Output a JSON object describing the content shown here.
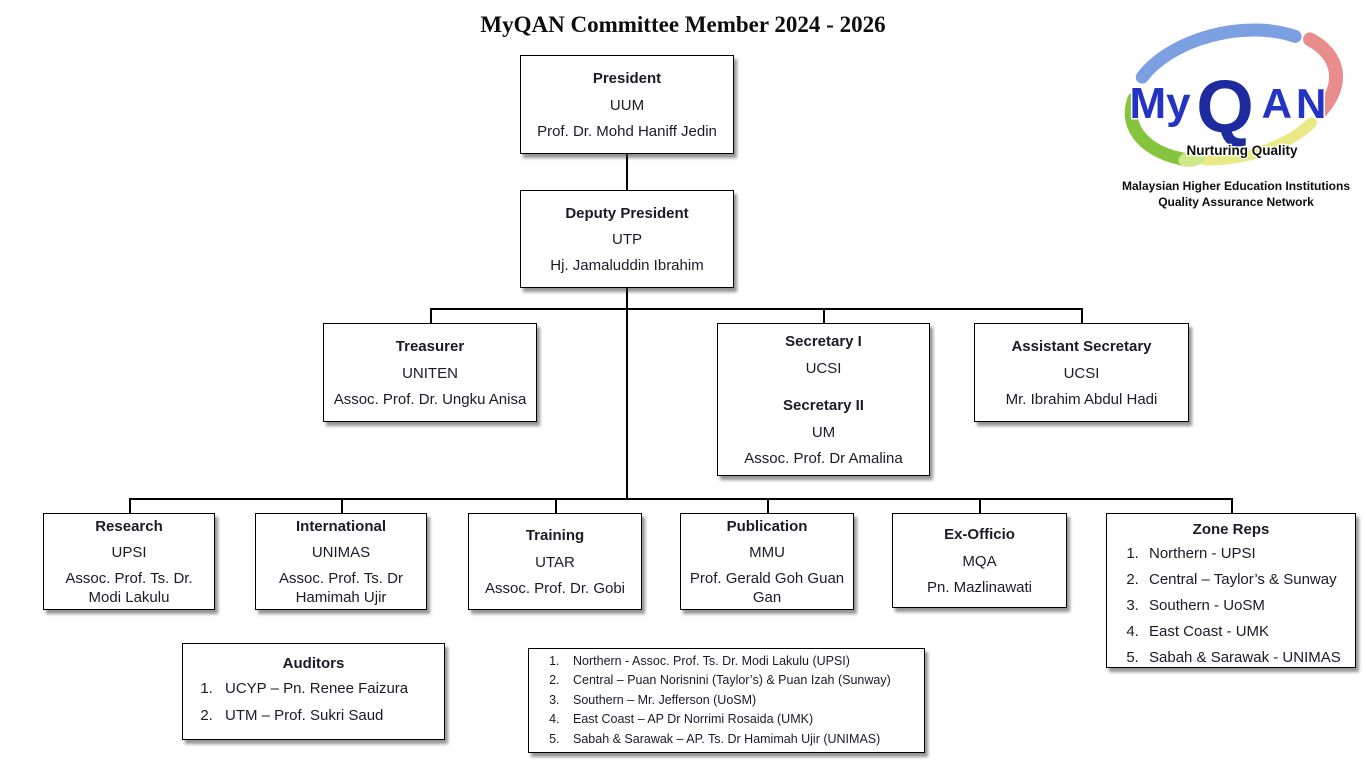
{
  "title": "MyQAN Committee Member 2024 - 2026",
  "logo": {
    "name_my": "My",
    "name_q": "Q",
    "name_an": "AN",
    "tagline": "Nurturing Quality",
    "caption_line1": "Malaysian Higher Education Institutions",
    "caption_line2": "Quality Assurance Network",
    "colors": {
      "text_blue": "#2433c4",
      "q_navy": "#1d2b9e",
      "swoosh_blue": "#7b9fe0",
      "swoosh_red": "#e88c8c",
      "swoosh_green": "#86c43e",
      "swoosh_yellow": "#e9ea85",
      "blob_green": "#cde98a"
    }
  },
  "boxes": {
    "president": {
      "title": "President",
      "org": "UUM",
      "name": "Prof. Dr. Mohd Haniff Jedin"
    },
    "deputy_president": {
      "title": "Deputy President",
      "org": "UTP",
      "name": "Hj. Jamaluddin Ibrahim"
    },
    "treasurer": {
      "title": "Treasurer",
      "org": "UNITEN",
      "name": "Assoc. Prof. Dr. Ungku Anisa"
    },
    "secretary": {
      "title1": "Secretary I",
      "org1": "UCSI",
      "title2": "Secretary II",
      "org2": "UM",
      "name2": "Assoc. Prof. Dr Amalina"
    },
    "assistant_secretary": {
      "title": "Assistant Secretary",
      "org": "UCSI",
      "name": "Mr. Ibrahim Abdul Hadi"
    },
    "research": {
      "title": "Research",
      "org": "UPSI",
      "name": "Assoc. Prof. Ts. Dr. Modi Lakulu"
    },
    "international": {
      "title": "International",
      "org": "UNIMAS",
      "name": "Assoc. Prof. Ts. Dr Hamimah Ujir"
    },
    "training": {
      "title": "Training",
      "org": "UTAR",
      "name": "Assoc. Prof. Dr. Gobi"
    },
    "publication": {
      "title": "Publication",
      "org": "MMU",
      "name": "Prof. Gerald Goh Guan Gan"
    },
    "ex_officio": {
      "title": "Ex-Officio",
      "org": "MQA",
      "name": "Pn. Mazlinawati"
    },
    "zone_reps": {
      "title": "Zone Reps",
      "items": [
        "Northern - UPSI",
        "Central – Taylor’s & Sunway",
        "Southern - UoSM",
        "East Coast - UMK",
        "Sabah & Sarawak - UNIMAS"
      ]
    },
    "auditors": {
      "title": "Auditors",
      "items": [
        "UCYP – Pn. Renee Faizura",
        "UTM – Prof. Sukri Saud"
      ]
    },
    "zone_reps_detail": {
      "items": [
        "Northern - Assoc. Prof. Ts. Dr. Modi Lakulu (UPSI)",
        "Central – Puan Norisnini (Taylor’s) & Puan Izah (Sunway)",
        "Southern – Mr. Jefferson (UoSM)",
        "East Coast – AP Dr Norrimi Rosaida (UMK)",
        "Sabah & Sarawak – AP. Ts. Dr Hamimah Ujir (UNIMAS)"
      ]
    }
  }
}
